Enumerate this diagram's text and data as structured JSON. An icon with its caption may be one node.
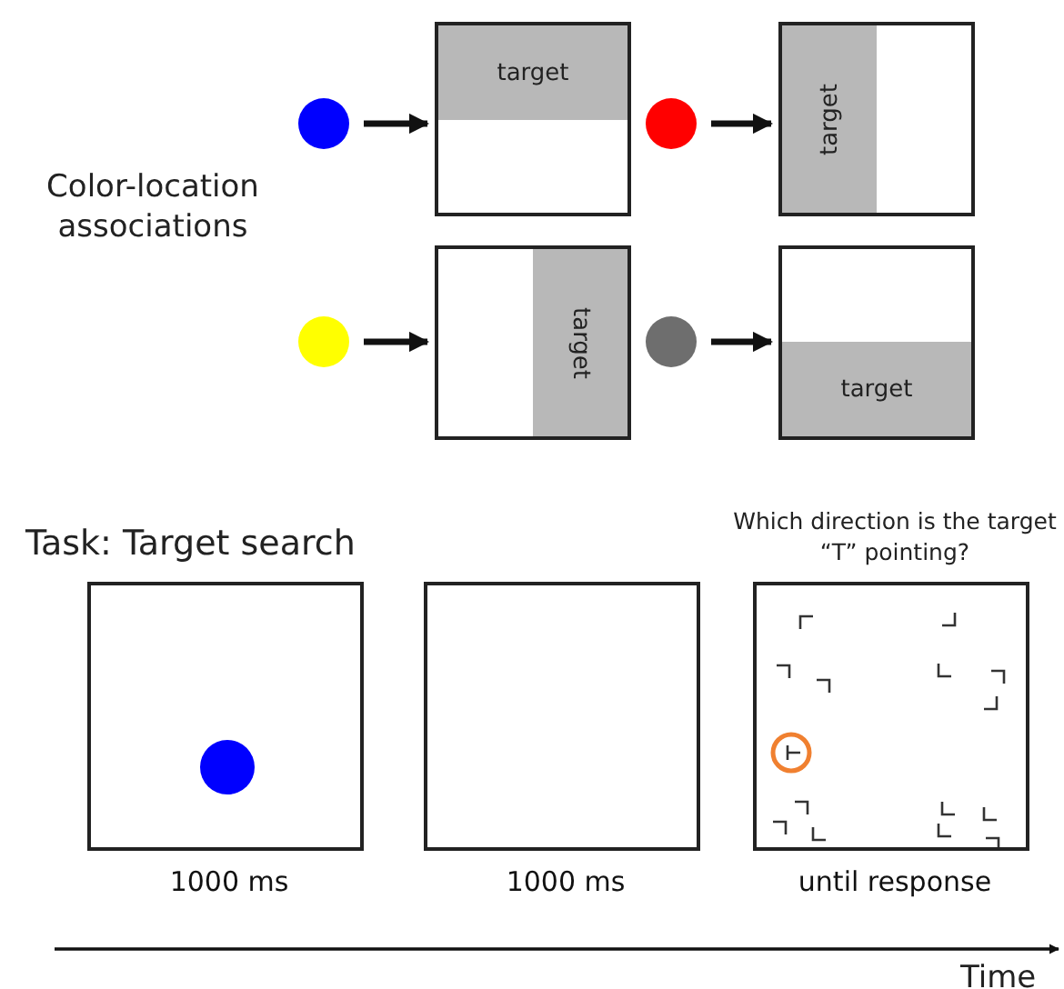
{
  "diagram": {
    "nodes": [
      {
        "text": [],
        "shape": "circle"
      },
      {
        "text": [
          "target"
        ]
      },
      {
        "text": [],
        "shape": "circle"
      },
      {
        "text": [
          "target"
        ]
      },
      {
        "text": [],
        "shape": "circle"
      },
      {
        "text": [
          "target"
        ]
      },
      {
        "text": [],
        "shape": "circle"
      },
      {
        "text": [
          "target"
        ]
      },
      {
        "text": [],
        "shape": "box",
        "beside": [
          "1000 ms"
        ]
      },
      {
        "text": [],
        "shape": "circle",
        "in": 8
      },
      {
        "text": [],
        "shape": "box",
        "beside": [
          "1000 ms"
        ]
      },
      {
        "text": [
          "Which direction is the target “T” pointing?"
        ],
        "beside": [
          "until response"
        ]
      }
    ],
    "edges": [
      {
        "from": 0,
        "to": 1,
        "arrow": "to"
      },
      {
        "from": 2,
        "to": 3,
        "arrow": "to"
      },
      {
        "from": 4,
        "to": 5,
        "arrow": "to"
      },
      {
        "from": 6,
        "to": 7,
        "arrow": "to"
      }
    ],
    "labels": [
      "Color-location associations",
      "Task: Target search",
      "Time"
    ]
  }
}
